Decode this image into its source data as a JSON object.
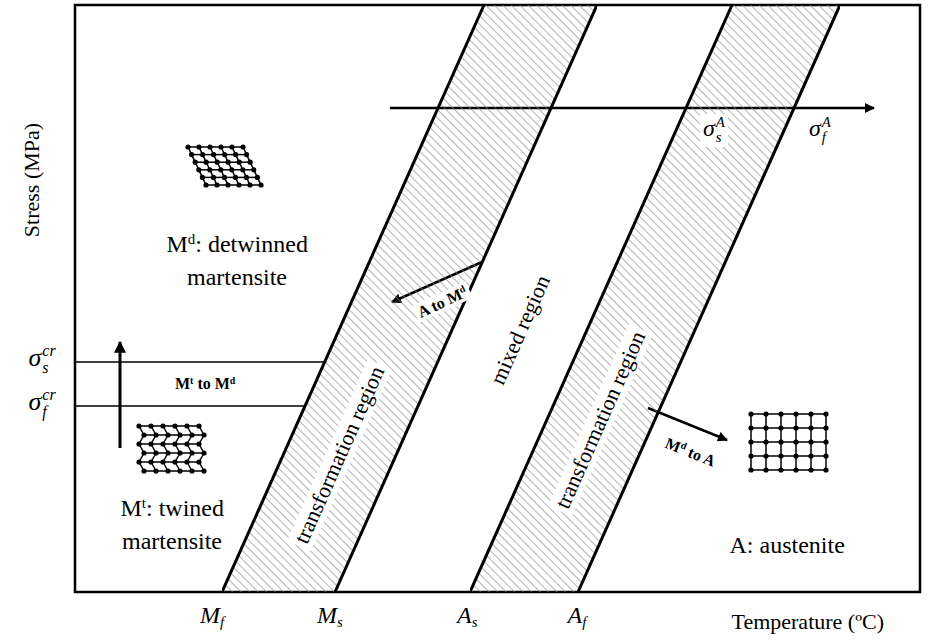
{
  "diagram": {
    "nodes": [
      {
        "text": [
          "transformation region"
        ]
      },
      {
        "text": [
          "transformation region"
        ]
      }
    ],
    "labels": [
      "Stress (MPa)",
      "Temperature (ºC)",
      "M",
      "f",
      "M",
      "s",
      "A",
      "s",
      "A",
      "f",
      "M",
      "d",
      ": detwinned",
      "martensite",
      "M",
      "t",
      ": twined",
      "martensite",
      "A: austenite",
      "M",
      "t",
      " to M",
      "d",
      "A to M",
      "d",
      "M",
      "d",
      " to A",
      "mixed region",
      "σ",
      "cr",
      "s",
      "σ",
      "cr",
      "f",
      "σ",
      "A",
      "s",
      "σ",
      "A",
      "f"
    ]
  }
}
